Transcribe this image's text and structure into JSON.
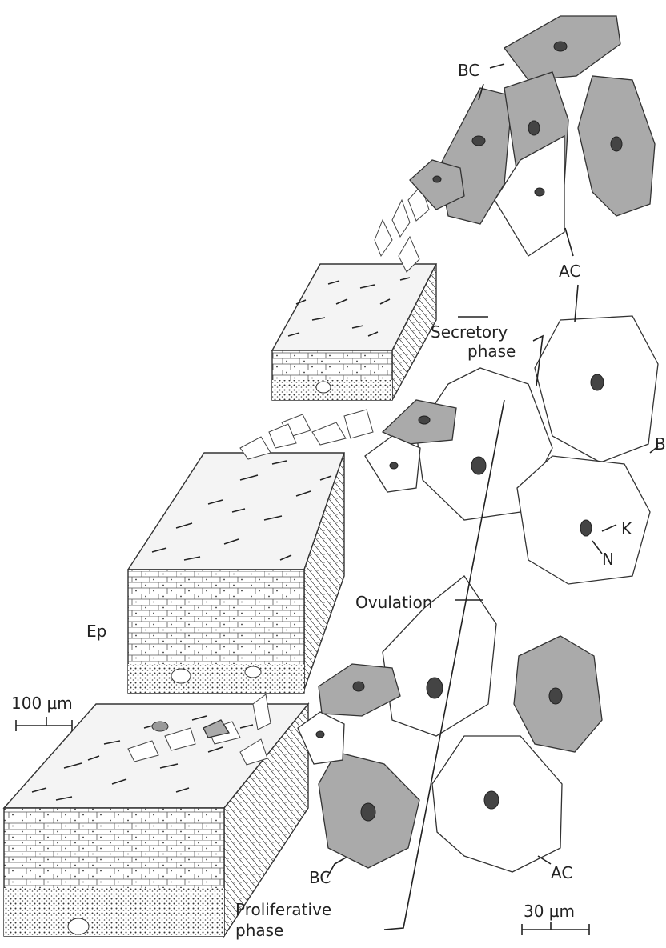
{
  "labels": {
    "bc_top": "BC",
    "ac_top": "AC",
    "secretory": [
      "Secretory",
      "phase"
    ],
    "ovulation": "Ovulation",
    "b": "B",
    "k": "K",
    "n": "N",
    "ep": "Ep",
    "scale_large": "100 µm",
    "scale_small": "30 µm",
    "bc_bottom": "BC",
    "ac_bottom": "AC",
    "proliferative": [
      "Proliferative",
      "phase"
    ]
  }
}
